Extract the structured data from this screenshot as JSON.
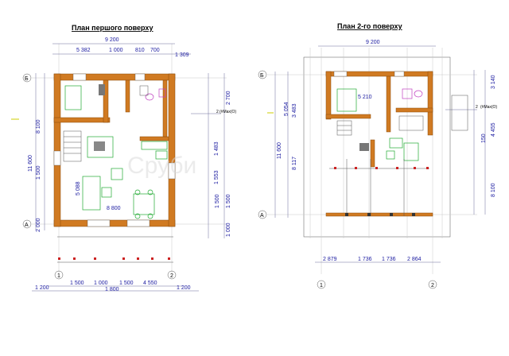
{
  "plans": [
    {
      "title": "План першого поверху",
      "top_total": "9 200",
      "top_parts": [
        "5 382",
        "1 000",
        "810",
        "700",
        "1 309"
      ],
      "left_dims": [
        "8 100",
        "11 600",
        "1 500",
        "2 000"
      ],
      "right_dims": [
        "2 700",
        "1 483",
        "1 553",
        "1 500",
        "1 000"
      ],
      "inner_labels": [
        "5 088",
        "8 800",
        "1 500"
      ],
      "bottom_parts": [
        "1 500",
        "1 000",
        "1 500",
        "4 550"
      ],
      "bottom_row2": [
        "1 200",
        "1 800",
        "1 200"
      ],
      "axes_rows": [
        "Б",
        "А"
      ],
      "axes_cols": [
        "1",
        "2"
      ],
      "level_label": "2",
      "level_note": "(#Max(O)"
    },
    {
      "title": "План 2-го поверху",
      "top_total": "9 200",
      "left_dims": [
        "11 600",
        "5 054",
        "3 483",
        "8 117"
      ],
      "right_dims": [
        "3 140",
        "4 455",
        "150",
        "8 100"
      ],
      "inner_labels": [
        "5 210"
      ],
      "bottom_parts": [
        "2 879",
        "1 736",
        "1 736",
        "2 864"
      ],
      "axes_rows": [
        "Б",
        "А"
      ],
      "axes_cols": [
        "1",
        "2"
      ],
      "level_label": "2",
      "level_note": "(#Max(O)"
    }
  ],
  "watermark": "Сруби"
}
